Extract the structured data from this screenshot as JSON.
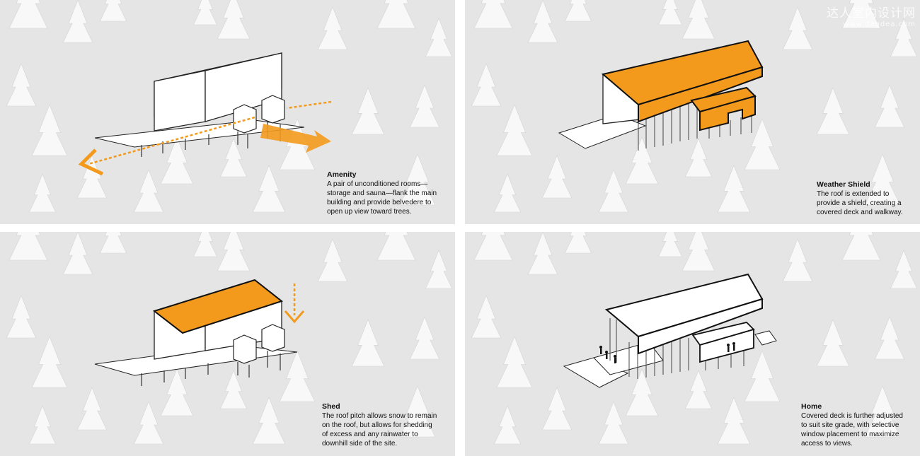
{
  "colors": {
    "accent": "#f39a1d",
    "background": "#e5e5e6",
    "tree": "#ffffff"
  },
  "panels": [
    {
      "title": "Amenity",
      "body": "A pair of unconditioned rooms—\nstorage and sauna—flank the main\nbuilding and provide belvedere to\nopen up view toward trees."
    },
    {
      "title": "Weather Shield",
      "body": "The roof is extended to\nprovide a shield, creating a\ncovered deck and walkway."
    },
    {
      "title": "Shed",
      "body": "The roof pitch allows snow to remain\non the roof, but allows for shedding\nof excess and any rainwater to\ndownhill side of the site."
    },
    {
      "title": "Home",
      "body": "Covered deck is further adjusted\nto suit site grade, with selective\nwindow placement to maximize\naccess to views."
    }
  ],
  "watermark": {
    "line1": "达人室内设计网",
    "line2": "www.dagdea.com"
  }
}
